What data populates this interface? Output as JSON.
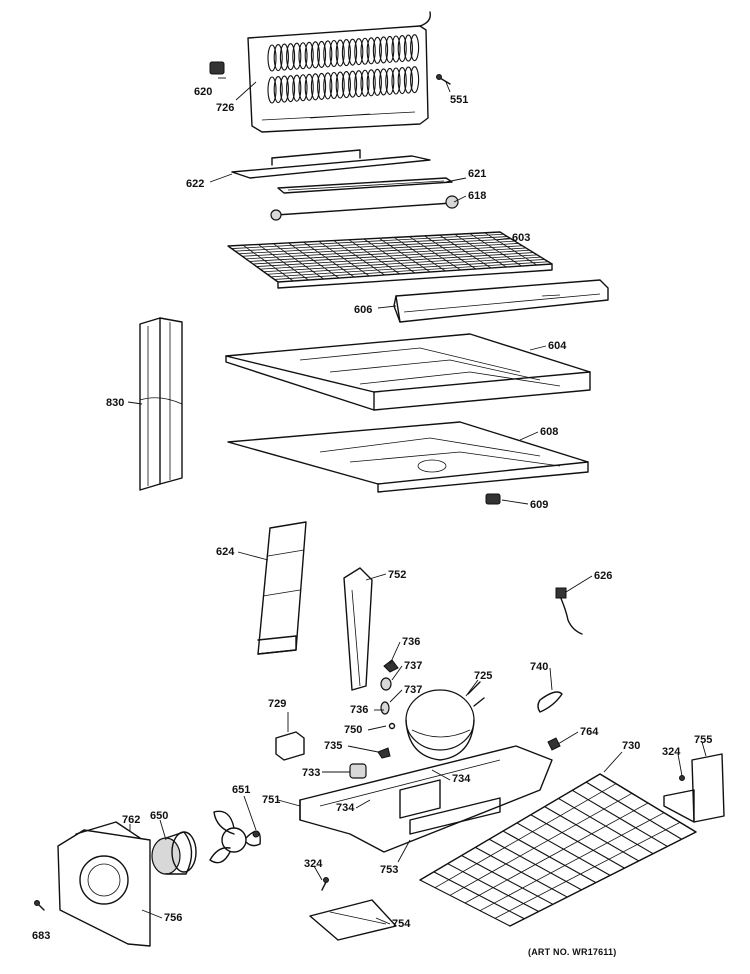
{
  "diagram": {
    "part_labels": {
      "p620": "620",
      "p726": "726",
      "p551": "551",
      "p622": "622",
      "p621": "621",
      "p618": "618",
      "p603": "603",
      "p606": "606",
      "p604": "604",
      "p830": "830",
      "p608": "608",
      "p609": "609",
      "p624": "624",
      "p752": "752",
      "p626": "626",
      "p736a": "736",
      "p737a": "737",
      "p737b": "737",
      "p725": "725",
      "p740": "740",
      "p729": "729",
      "p736b": "736",
      "p750": "750",
      "p735": "735",
      "p764": "764",
      "p730": "730",
      "p324a": "324",
      "p755": "755",
      "p733": "733",
      "p734a": "734",
      "p734b": "734",
      "p651": "651",
      "p751": "751",
      "p762": "762",
      "p650": "650",
      "p753": "753",
      "p324b": "324",
      "p754": "754",
      "p756": "756",
      "p683": "683"
    },
    "art_number": "(ART NO. WR17611)"
  }
}
